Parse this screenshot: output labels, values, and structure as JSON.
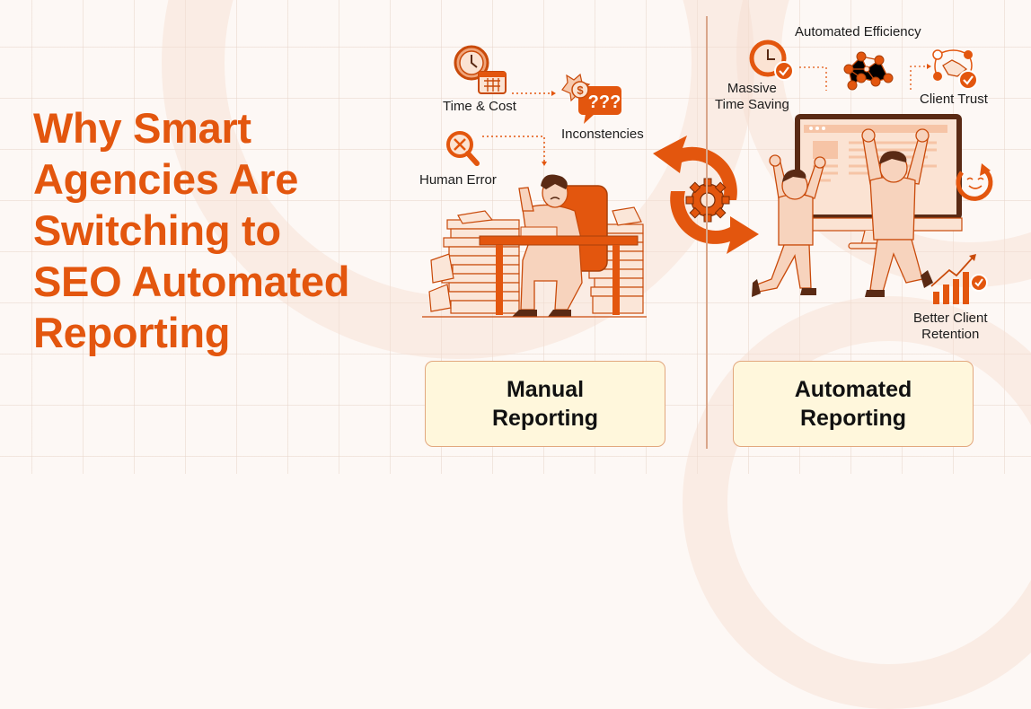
{
  "headline": {
    "lines": [
      "Why Smart",
      "Agencies Are",
      "Switching to",
      "SEO Automated",
      "Reporting"
    ],
    "color": "#e3560e"
  },
  "manual": {
    "labels": {
      "time_cost": "Time & Cost",
      "inconsistencies": "Inconstencies",
      "human_error": "Human Error"
    },
    "icons": [
      "clock-calendar-icon",
      "money-question-bubble-icon",
      "magnifier-x-icon"
    ],
    "question_marks": "???",
    "box_title_line1": "Manual",
    "box_title_line2": "Reporting"
  },
  "automated": {
    "labels": {
      "efficiency": "Automated Efficiency",
      "time_saving_line1": "Massive",
      "time_saving_line2": "Time Saving",
      "client_trust": "Client Trust",
      "retention_line1": "Better Client",
      "retention_line2": "Retention"
    },
    "icons": [
      "clock-check-icon",
      "network-nodes-icon",
      "handshake-check-icon",
      "smiley-refresh-icon",
      "growth-chart-check-icon"
    ],
    "box_title_line1": "Automated",
    "box_title_line2": "Reporting"
  },
  "colors": {
    "accent": "#e3560e",
    "accent_light": "#f0a57a",
    "skin": "#f7d3bd",
    "box_fill": "#fff7dc",
    "box_border": "#e2a77e",
    "background": "#fdf8f5",
    "dark_brown": "#5a2a14"
  }
}
